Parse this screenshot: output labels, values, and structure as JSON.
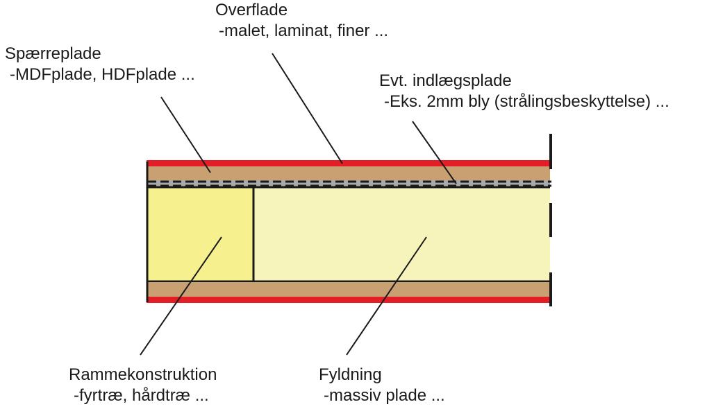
{
  "labels": {
    "overflade": {
      "title": "Overflade",
      "detail": "-malet, laminat, finer ..."
    },
    "spaerreplade": {
      "title": "Spærreplade",
      "detail": "-MDFplade, HDFplade ..."
    },
    "indlaegsplade": {
      "title": "Evt. indlægsplade",
      "detail": "-Eks. 2mm bly (strålingsbeskyttelse) ..."
    },
    "rammekonstruktion": {
      "title": "Rammekonstruktion",
      "detail": "-fyrtræ, hårdtræ ..."
    },
    "fyldning": {
      "title": "Fyldning",
      "detail": "-massiv plade ..."
    }
  },
  "colors": {
    "surface": "#e41e26",
    "board": "#c9a071",
    "frame": "#f6f08f",
    "filling": "#f7f4bb",
    "insert": "#a9a9a9",
    "outline": "#1a1a1a"
  }
}
